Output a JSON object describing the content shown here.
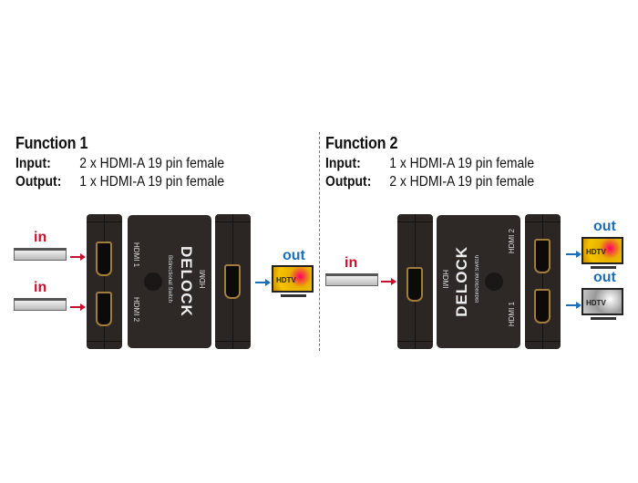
{
  "function1": {
    "title": "Function 1",
    "input_label": "Input:",
    "input_value": "2 x HDMI-A 19 pin female",
    "output_label": "Output:",
    "output_value": "1 x HDMI-A 19 pin female"
  },
  "function2": {
    "title": "Function 2",
    "input_label": "Input:",
    "input_value": "1 x HDMI-A 19 pin female",
    "output_label": "Output:",
    "output_value": "2 x HDMI-A 19 pin female"
  },
  "labels": {
    "in": "in",
    "out": "out",
    "hdtv": "HDTV",
    "hdmi1": "HDMI 1",
    "hdmi2": "HDMI 2",
    "hdmi": "HDMI",
    "switch": "Bidirectional Switch",
    "logo": "DELOCK"
  },
  "colors": {
    "in_arrow": "#c8102e",
    "out_arrow": "#1d6fb8",
    "device": "#2e2927",
    "port_trim": "#a27c3a"
  }
}
